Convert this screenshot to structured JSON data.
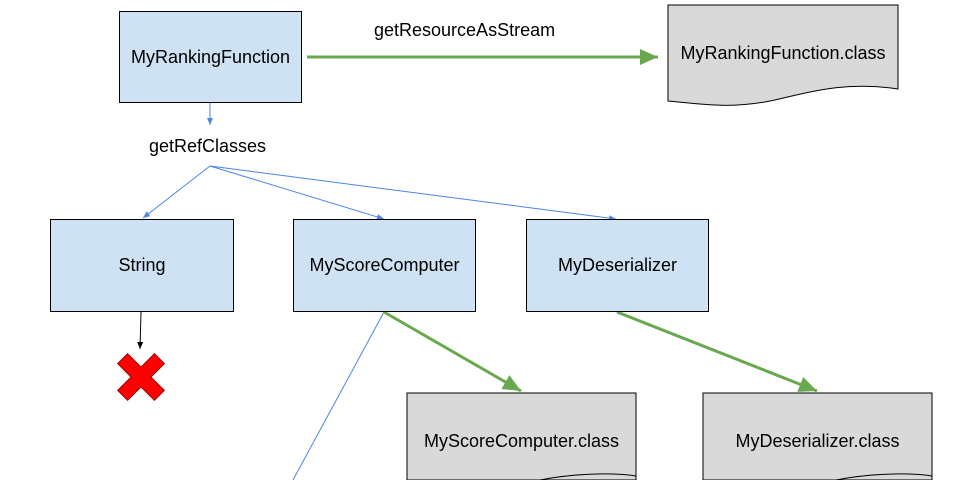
{
  "nodes": {
    "ranking_function": "MyRankingFunction",
    "string": "String",
    "score_computer": "MyScoreComputer",
    "deserializer": "MyDeserializer"
  },
  "documents": {
    "ranking_function_class": "MyRankingFunction.class",
    "score_computer_class": "MyScoreComputer.class",
    "deserializer_class": "MyDeserializer.class"
  },
  "edge_labels": {
    "get_resource": "getResourceAsStream",
    "get_ref_classes": "getRefClasses"
  },
  "colors": {
    "node_fill": "#cfe2f3",
    "doc_fill": "#d9d9d9",
    "blue_arrow": "#4a86e8",
    "green_arrow": "#6aa84f",
    "reject_mark": "#ff0000"
  },
  "icons": {
    "reject": "red-cross-icon"
  }
}
